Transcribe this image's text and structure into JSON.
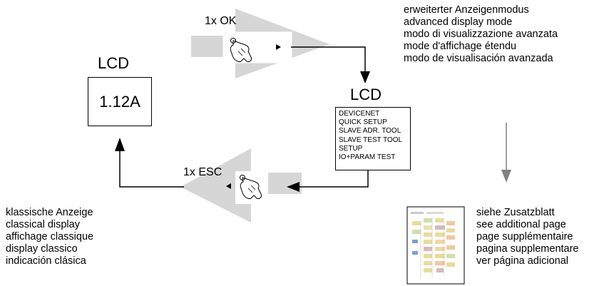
{
  "ok_label": "1x OK",
  "esc_label": "1x ESC",
  "lcd_classic": {
    "title": "LCD",
    "value": "1.12A"
  },
  "lcd_advanced": {
    "title": "LCD",
    "menu": [
      "DEVICENET",
      "QUICK SETUP",
      "SLAVE ADR. TOOL",
      "SLAVE TEST TOOL",
      "SETUP",
      "IO+PARAM TEST"
    ]
  },
  "advanced_mode_text": [
    "erweiterter Anzeigenmodus",
    "advanced display mode",
    "modo di visualizzazione avanzata",
    "mode d'affichage étendu",
    "modo de visualisación avanzada"
  ],
  "classic_display_text": [
    "klassische Anzeige",
    "classical display",
    "affichage classique",
    "display classico",
    "indicación clásica"
  ],
  "additional_page_text": [
    "siehe Zusatzblatt",
    "see additional page",
    "page supplémentaire",
    "pagina supplementare",
    "ver página adicional"
  ],
  "colors": {
    "arrow_shape": "#d6d6d6",
    "line": "#000000",
    "down_arrow": "#808080"
  },
  "icons": [
    "finger-press-icon",
    "finger-press-icon",
    "play-triangle-icon",
    "document-thumbnail-icon"
  ]
}
